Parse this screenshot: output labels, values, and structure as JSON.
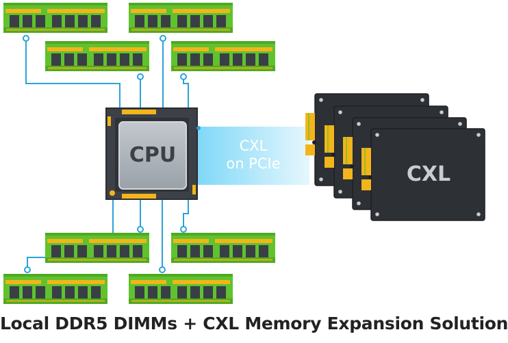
{
  "diagram": {
    "cpu_label": "CPU",
    "link_label_line1": "CXL",
    "link_label_line2": "on PCIe",
    "card_label": "CXL",
    "caption": "Local DDR5 DIMMs + CXL Memory Expansion Solution",
    "colors": {
      "dimm_pcb": "#5fc22e",
      "dimm_chip": "#3a3f46",
      "dimm_contacts": "#f2b51b",
      "wire": "#2aa2d8",
      "cpu_package": "#3d4147",
      "cpu_die": "#aab0b7",
      "link_gradient_start": "#7fd8f7",
      "link_gradient_end": "#e6f7fd",
      "card_body": "#2d3035",
      "caption": "#222222"
    }
  }
}
